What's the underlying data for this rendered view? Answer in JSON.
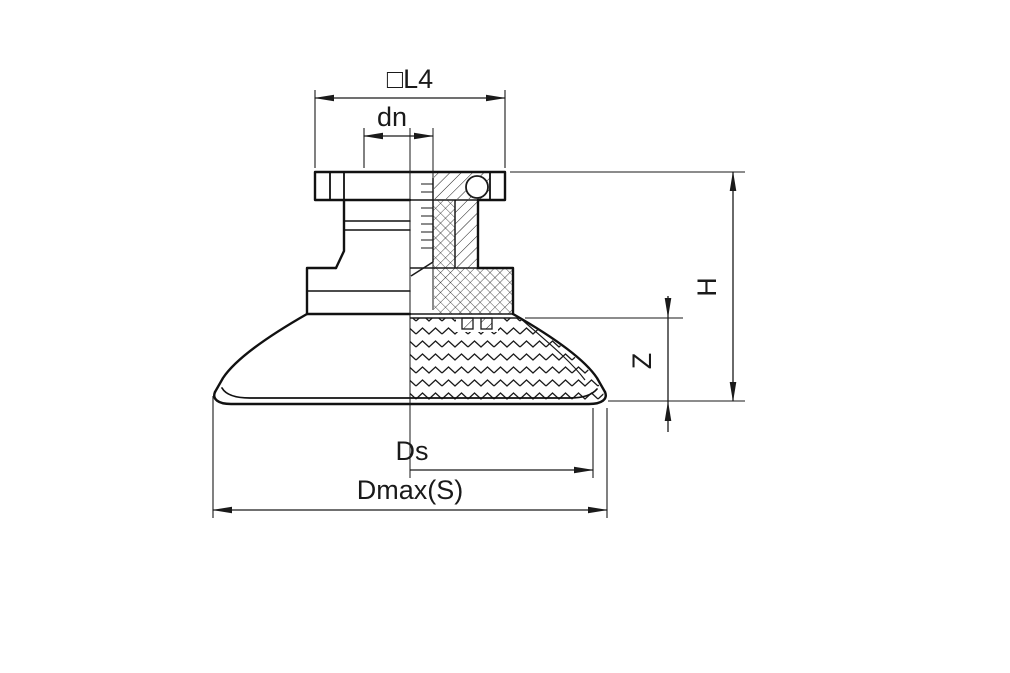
{
  "drawing": {
    "background_color": "#ffffff",
    "line_color": "#1a1a1a",
    "dimension_labels": {
      "l4": "□L4",
      "dn": "dn",
      "h": "H",
      "z": "Z",
      "ds": "Ds",
      "dmax": "Dmax(S)"
    }
  }
}
